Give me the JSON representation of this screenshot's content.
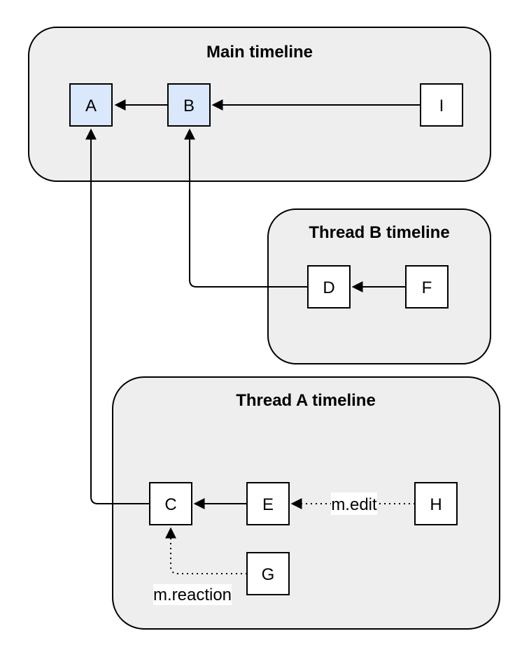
{
  "diagram_type": "event-graph",
  "colors": {
    "page_background": "#ffffff",
    "container_fill": "#eeeeee",
    "container_stroke": "#000000",
    "node_fill_default": "#ffffff",
    "node_fill_highlight": "#dae8fc",
    "node_stroke": "#000000",
    "edge_color": "#000000",
    "edge_label_background": "#ffffff",
    "text_color": "#000000"
  },
  "containers": {
    "main": {
      "title": "Main timeline"
    },
    "thread_b": {
      "title": "Thread B timeline"
    },
    "thread_a": {
      "title": "Thread A timeline"
    }
  },
  "nodes": {
    "A": {
      "label": "A",
      "container": "main",
      "highlighted": true
    },
    "B": {
      "label": "B",
      "container": "main",
      "highlighted": true
    },
    "I": {
      "label": "I",
      "container": "main",
      "highlighted": false
    },
    "D": {
      "label": "D",
      "container": "thread_b",
      "highlighted": false
    },
    "F": {
      "label": "F",
      "container": "thread_b",
      "highlighted": false
    },
    "C": {
      "label": "C",
      "container": "thread_a",
      "highlighted": false
    },
    "E": {
      "label": "E",
      "container": "thread_a",
      "highlighted": false
    },
    "H": {
      "label": "H",
      "container": "thread_a",
      "highlighted": false
    },
    "G": {
      "label": "G",
      "container": "thread_a",
      "highlighted": false
    }
  },
  "edges": [
    {
      "from": "B",
      "to": "A",
      "style": "solid",
      "label": ""
    },
    {
      "from": "I",
      "to": "B",
      "style": "solid",
      "label": ""
    },
    {
      "from": "F",
      "to": "D",
      "style": "solid",
      "label": ""
    },
    {
      "from": "D",
      "to": "B",
      "style": "solid",
      "label": ""
    },
    {
      "from": "E",
      "to": "C",
      "style": "solid",
      "label": ""
    },
    {
      "from": "H",
      "to": "E",
      "style": "dotted",
      "label": "m.edit"
    },
    {
      "from": "G",
      "to": "C",
      "style": "dotted",
      "label": "m.reaction"
    },
    {
      "from": "C",
      "to": "A",
      "style": "solid",
      "label": ""
    }
  ]
}
